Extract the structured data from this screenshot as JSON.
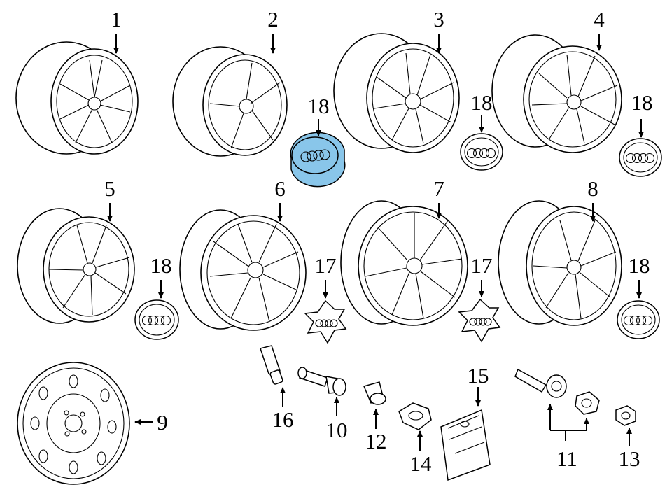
{
  "accent_color": "#89c6ea",
  "callouts": {
    "c1": "1",
    "c2": "2",
    "c3": "3",
    "c4": "4",
    "c5": "5",
    "c6": "6",
    "c7": "7",
    "c8": "8",
    "c9": "9",
    "c10": "10",
    "c11": "11",
    "c12": "12",
    "c13": "13",
    "c14": "14",
    "c15": "15",
    "c16": "16",
    "c17a": "17",
    "c17b": "17",
    "c18a": "18",
    "c18b": "18",
    "c18c": "18",
    "c18d": "18",
    "c18e": "18"
  },
  "highlighted_part": "18"
}
